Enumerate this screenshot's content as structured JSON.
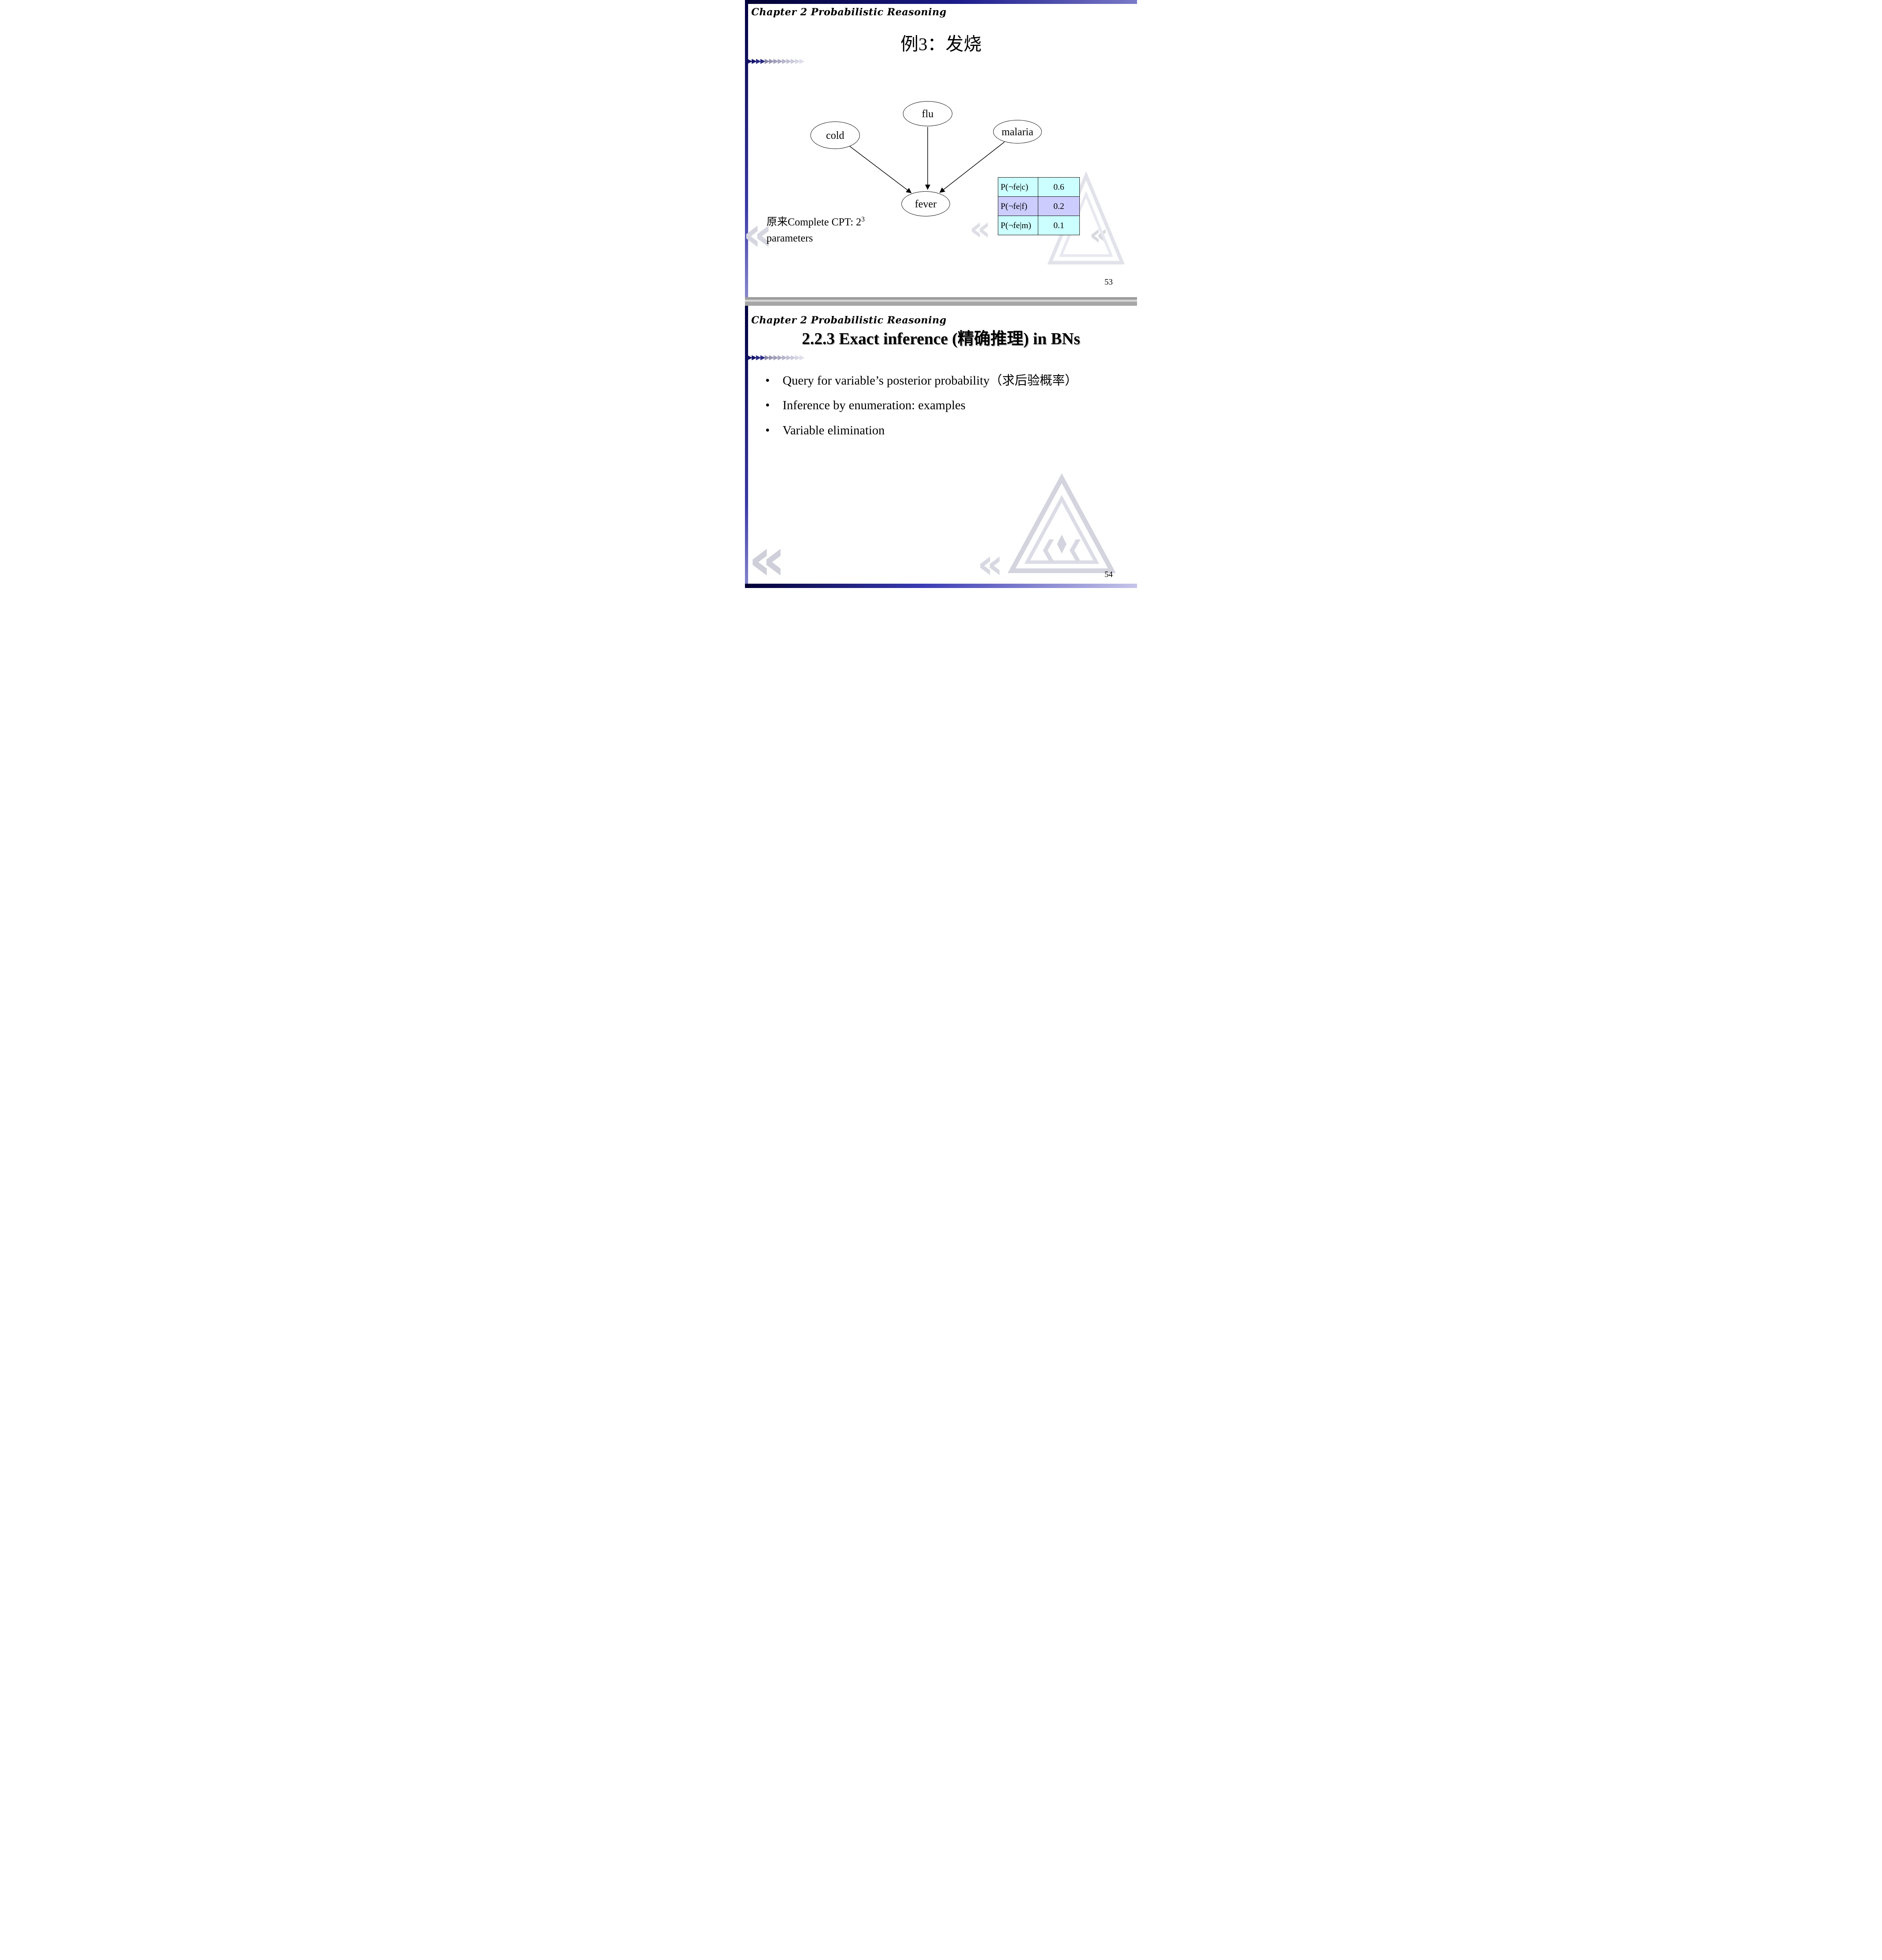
{
  "decor": {
    "bullet_char": "•",
    "watermark_chevron": "«",
    "chevron_colors": [
      "#14146a",
      "#14146a",
      "#2a2a85",
      "#2a2a85",
      "#8a8aa6",
      "#9494b0",
      "#9e9eba",
      "#a8a8c2",
      "#b4b4cc",
      "#c0c0d4",
      "#cacadc",
      "#d4d4e4",
      "#dedeec"
    ]
  },
  "slide53": {
    "header": "Chapter 2 Probabilistic Reasoning",
    "title": "例3：发烧",
    "nodes": {
      "flu": "flu",
      "cold": "cold",
      "malaria": "malaria",
      "fever": "fever"
    },
    "cpt_table": {
      "rows": [
        {
          "label": "P(¬fe|c)",
          "value": "0.6",
          "bg": "#ccffff"
        },
        {
          "label": "P(¬fe|f)",
          "value": "0.2",
          "bg": "#ccccff"
        },
        {
          "label": "P(¬fe|m)",
          "value": "0.1",
          "bg": "#ccffff"
        }
      ]
    },
    "note": {
      "line1_prefix": "原来Complete CPT: 2",
      "exponent": "3",
      "line2": "parameters"
    },
    "page_number": "53"
  },
  "slide54": {
    "header": "Chapter 2 Probabilistic Reasoning",
    "title": "2.2.3 Exact inference (精确推理) in BNs",
    "bullets": [
      "Query for variable’s posterior probability（求后验概率）",
      "Inference by enumeration: examples",
      "Variable elimination"
    ],
    "page_number": "54"
  }
}
